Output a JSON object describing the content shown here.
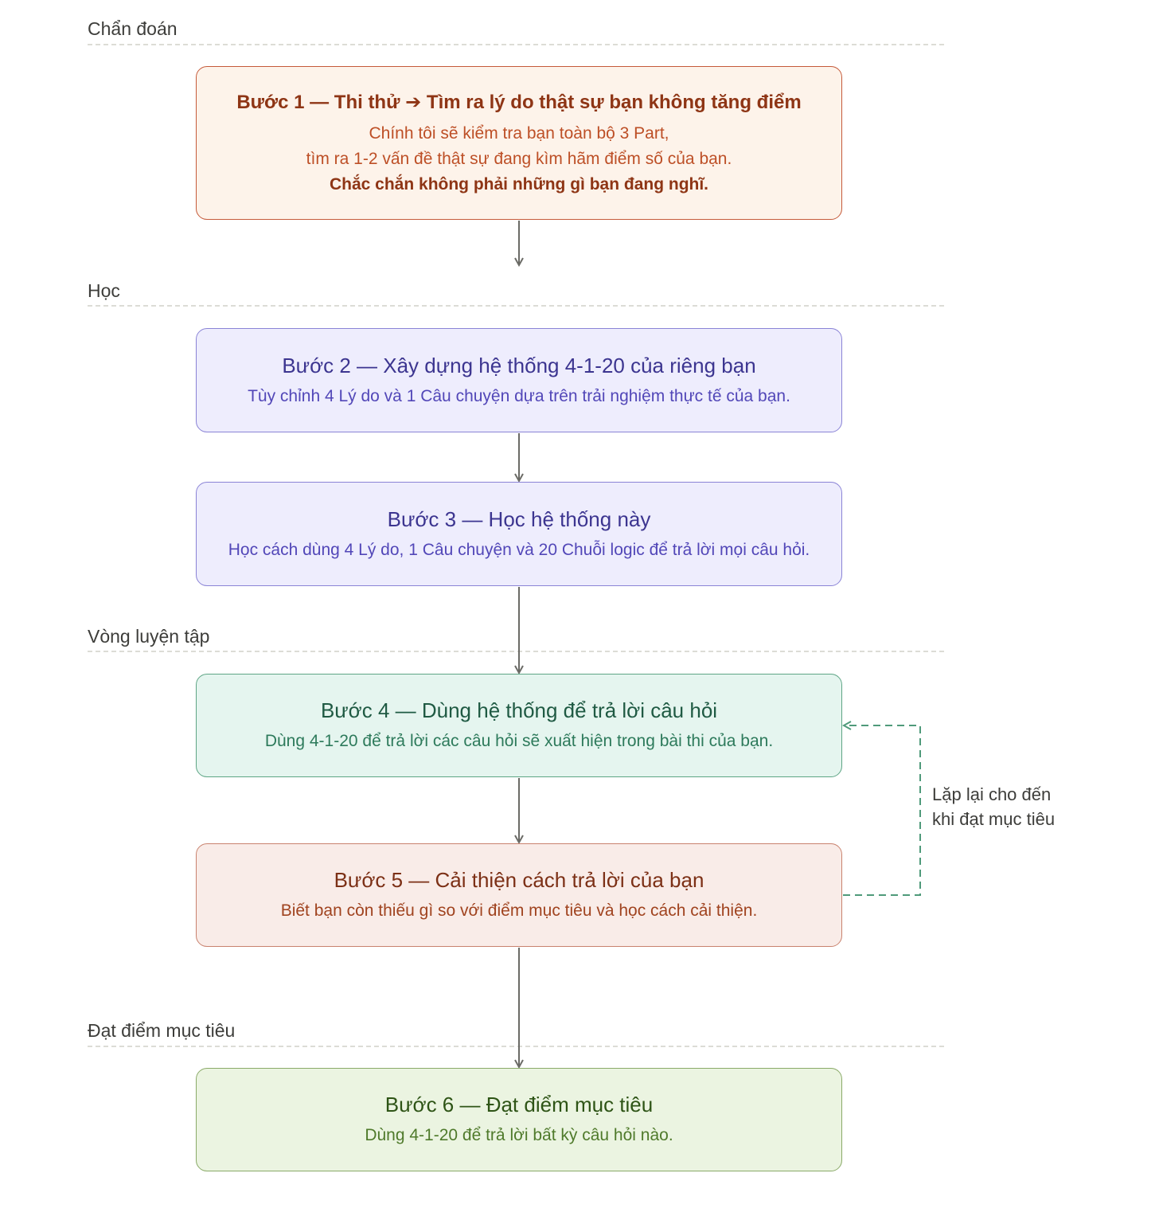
{
  "sections": {
    "diagnosis": "Chẩn đoán",
    "learn": "Học",
    "practice": "Vòng luyện tập",
    "target": "Đạt điểm mục tiêu"
  },
  "steps": [
    {
      "title": "Bước 1 — Thi thử ➔ Tìm ra lý do thật sự bạn không tăng điểm",
      "lines": [
        "Chính tôi sẽ kiểm tra bạn toàn bộ 3 Part,",
        "tìm ra 1-2 vấn đề thật sự đang kìm hãm điểm số của bạn.",
        "Chắc chắn không phải những gì bạn đang nghĩ."
      ]
    },
    {
      "title": "Bước 2 — Xây dựng hệ thống 4-1-20 của riêng bạn",
      "lines": [
        "Tùy chỉnh 4 Lý do và 1 Câu chuyện dựa trên trải nghiệm thực tế của bạn."
      ]
    },
    {
      "title": "Bước 3 — Học hệ thống này",
      "lines": [
        "Học cách dùng 4 Lý do, 1 Câu chuyện và 20 Chuỗi logic để trả lời mọi câu hỏi."
      ]
    },
    {
      "title": "Bước 4 — Dùng hệ thống để trả lời câu hỏi",
      "lines": [
        "Dùng 4-1-20 để trả lời các câu hỏi sẽ xuất hiện trong bài thi của bạn."
      ]
    },
    {
      "title": "Bước 5 — Cải thiện cách trả lời của bạn",
      "lines": [
        "Biết bạn còn thiếu gì so với điểm mục tiêu và học cách cải thiện."
      ]
    },
    {
      "title": "Bước 6 — Đạt điểm mục tiêu",
      "lines": [
        "Dùng 4-1-20 để trả lời bất kỳ câu hỏi nào."
      ]
    }
  ],
  "loop": {
    "line1": "Lặp lại cho đến",
    "line2": "khi đạt mục tiêu"
  },
  "colors": {
    "arrow": "#6b6b66",
    "loop": "#4f9a7a"
  }
}
